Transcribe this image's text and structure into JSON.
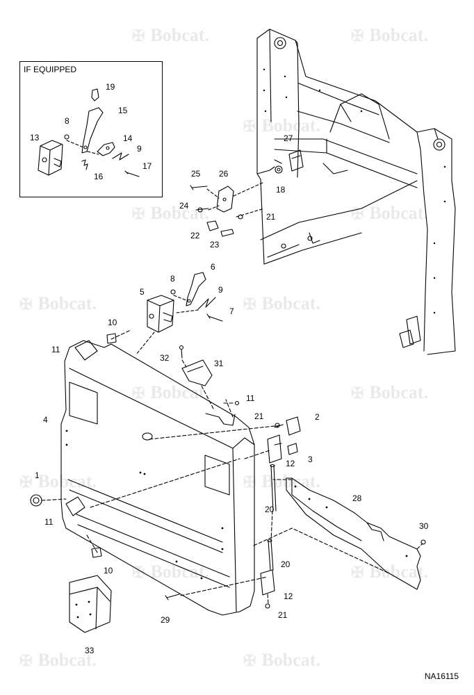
{
  "watermark": "Bobcat.",
  "inset": {
    "title": "IF EQUIPPED"
  },
  "figure_code": "NA16115",
  "callouts": [
    {
      "id": "c19",
      "text": "19"
    },
    {
      "id": "c15",
      "text": "15"
    },
    {
      "id": "c8a",
      "text": "8"
    },
    {
      "id": "c13",
      "text": "13"
    },
    {
      "id": "c14",
      "text": "14"
    },
    {
      "id": "c9a",
      "text": "9"
    },
    {
      "id": "c17",
      "text": "17"
    },
    {
      "id": "c16",
      "text": "16"
    },
    {
      "id": "c25",
      "text": "25"
    },
    {
      "id": "c26",
      "text": "26"
    },
    {
      "id": "c27",
      "text": "27"
    },
    {
      "id": "c18",
      "text": "18"
    },
    {
      "id": "c24",
      "text": "24"
    },
    {
      "id": "c21a",
      "text": "21"
    },
    {
      "id": "c22",
      "text": "22"
    },
    {
      "id": "c23",
      "text": "23"
    },
    {
      "id": "c6",
      "text": "6"
    },
    {
      "id": "c8b",
      "text": "8"
    },
    {
      "id": "c5",
      "text": "5"
    },
    {
      "id": "c9b",
      "text": "9"
    },
    {
      "id": "c7",
      "text": "7"
    },
    {
      "id": "c10a",
      "text": "10"
    },
    {
      "id": "c11a",
      "text": "11"
    },
    {
      "id": "c32",
      "text": "32"
    },
    {
      "id": "c31",
      "text": "31"
    },
    {
      "id": "c11b",
      "text": "11"
    },
    {
      "id": "c4",
      "text": "4"
    },
    {
      "id": "c21b",
      "text": "21"
    },
    {
      "id": "c2",
      "text": "2"
    },
    {
      "id": "c12a",
      "text": "12"
    },
    {
      "id": "c3",
      "text": "3"
    },
    {
      "id": "c1",
      "text": "1"
    },
    {
      "id": "c28",
      "text": "28"
    },
    {
      "id": "c11c",
      "text": "11"
    },
    {
      "id": "c20a",
      "text": "20"
    },
    {
      "id": "c30",
      "text": "30"
    },
    {
      "id": "c10b",
      "text": "10"
    },
    {
      "id": "c20b",
      "text": "20"
    },
    {
      "id": "c12b",
      "text": "12"
    },
    {
      "id": "c29",
      "text": "29"
    },
    {
      "id": "c21c",
      "text": "21"
    },
    {
      "id": "c33",
      "text": "33"
    }
  ]
}
